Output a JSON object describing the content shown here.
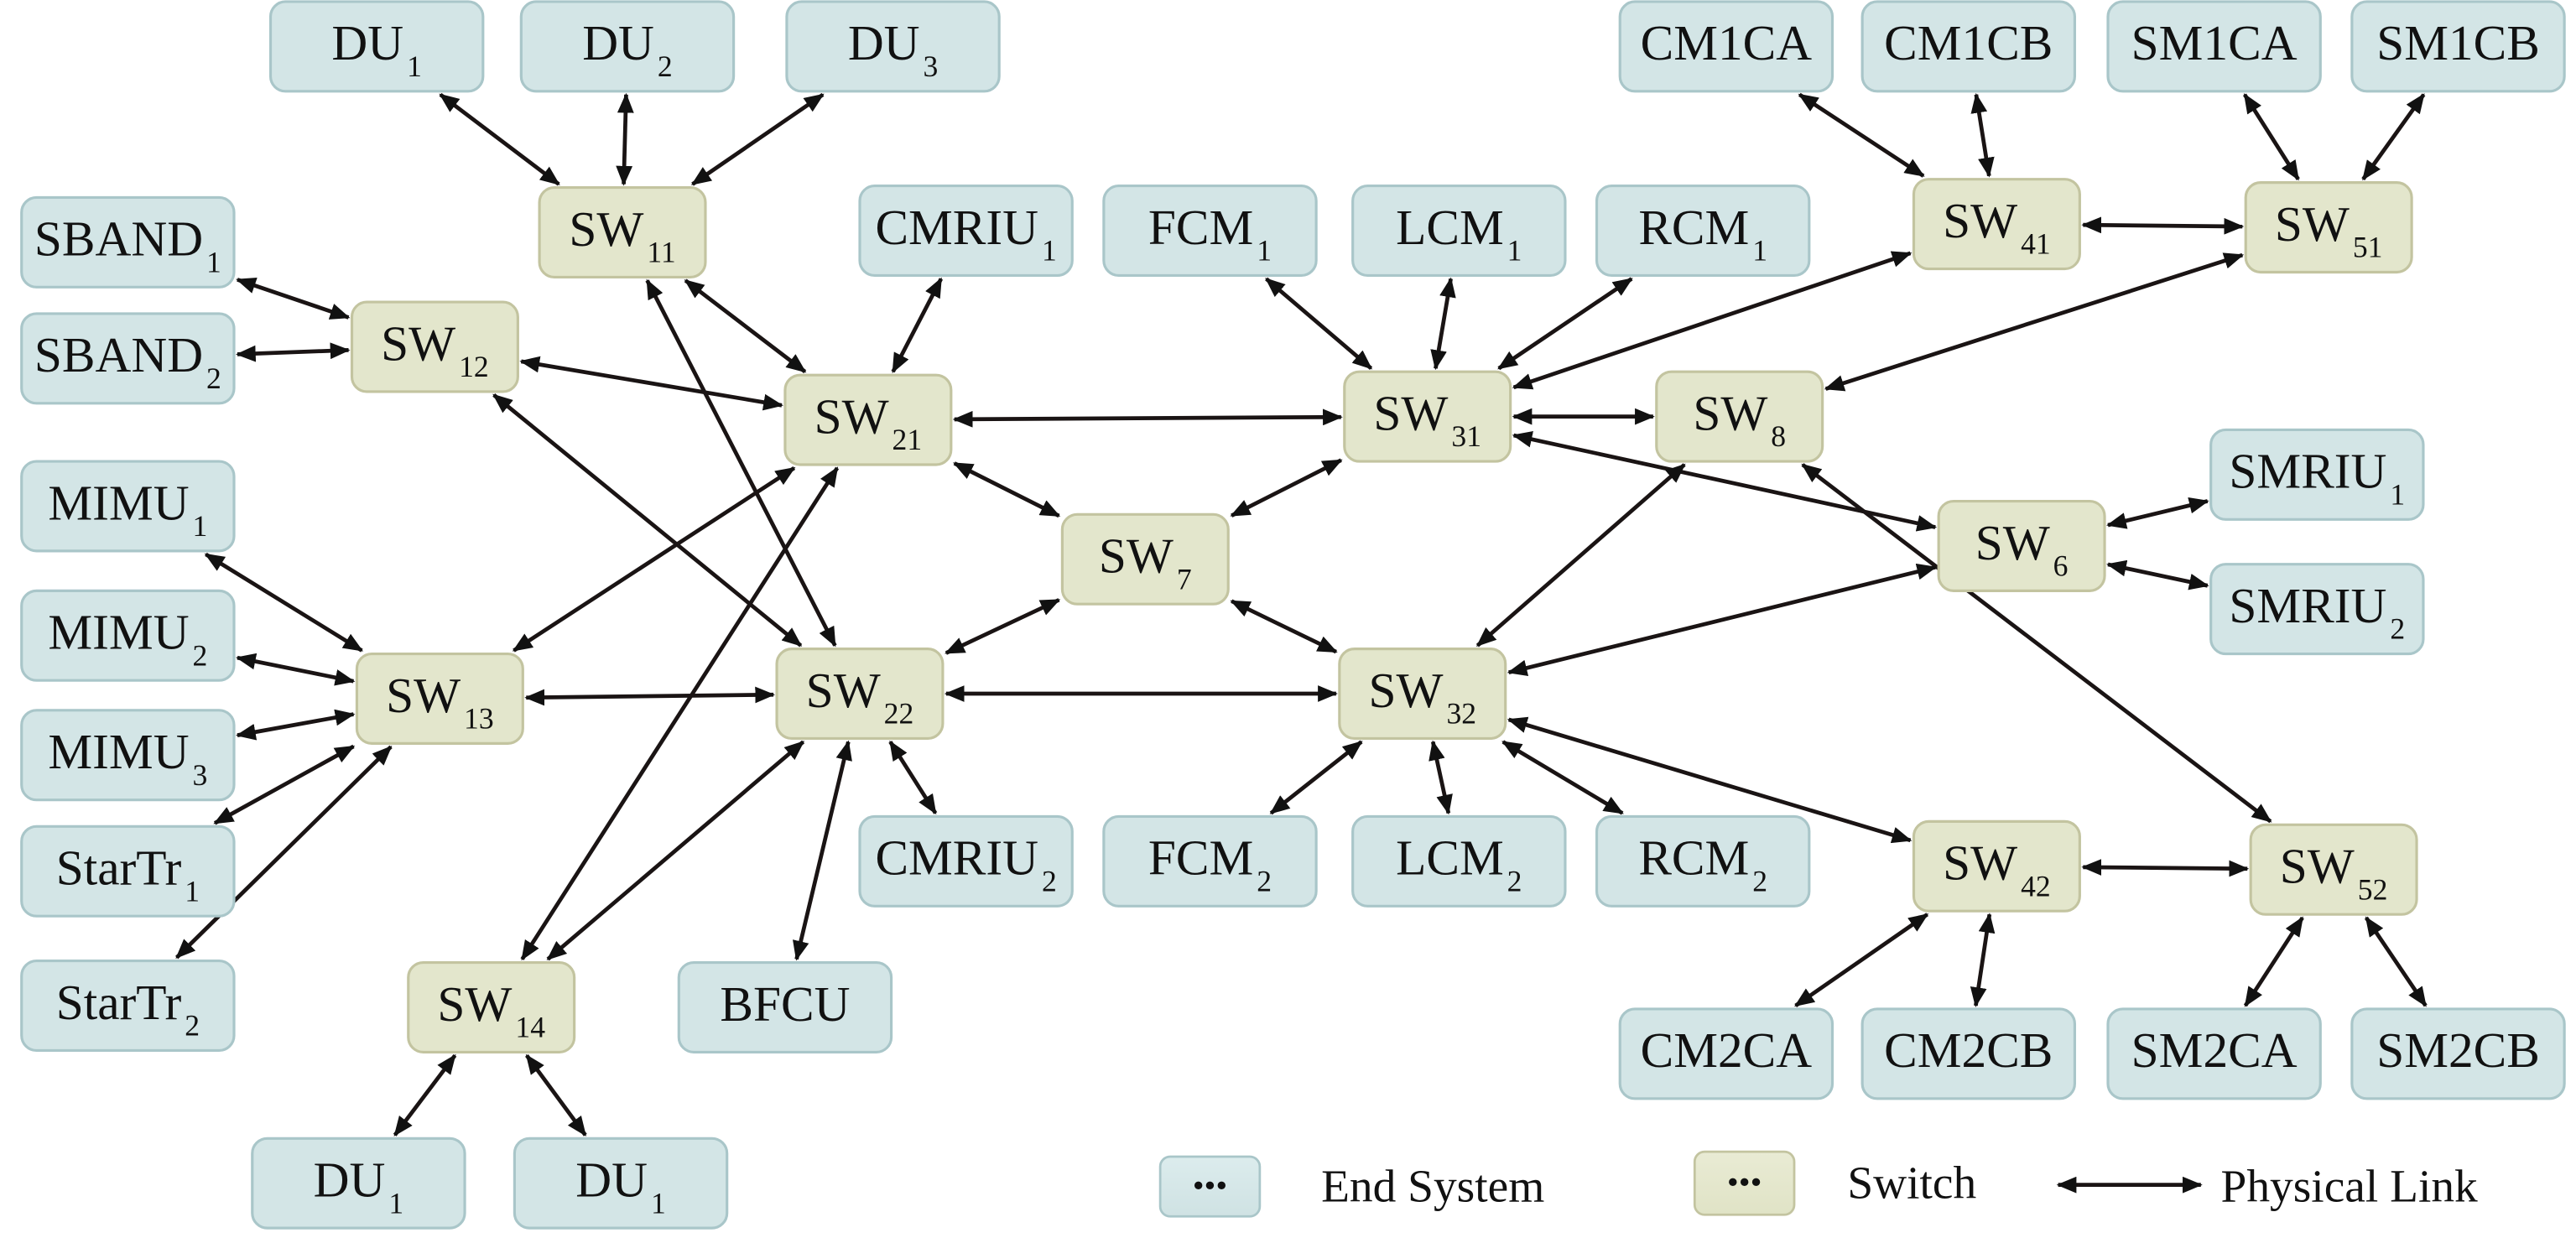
{
  "diagram": {
    "title": "",
    "colors": {
      "end_system_fill": "#d3e5e6",
      "switch_fill": "#e3e6cc",
      "link": "#1a1414"
    },
    "nodes": [
      {
        "id": "DU1_top",
        "type": "end_system",
        "label": "DU",
        "sub": "1"
      },
      {
        "id": "DU2",
        "type": "end_system",
        "label": "DU",
        "sub": "2"
      },
      {
        "id": "DU3",
        "type": "end_system",
        "label": "DU",
        "sub": "3"
      },
      {
        "id": "SBAND1",
        "type": "end_system",
        "label": "SBAND",
        "sub": "1"
      },
      {
        "id": "SBAND2",
        "type": "end_system",
        "label": "SBAND",
        "sub": "2"
      },
      {
        "id": "CMRIU1",
        "type": "end_system",
        "label": "CMRIU",
        "sub": "1"
      },
      {
        "id": "FCM1",
        "type": "end_system",
        "label": "FCM",
        "sub": "1"
      },
      {
        "id": "LCM1",
        "type": "end_system",
        "label": "LCM",
        "sub": "1"
      },
      {
        "id": "RCM1",
        "type": "end_system",
        "label": "RCM",
        "sub": "1"
      },
      {
        "id": "CM1CA",
        "type": "end_system",
        "label": "CM1CA",
        "sub": ""
      },
      {
        "id": "CM1CB",
        "type": "end_system",
        "label": "CM1CB",
        "sub": ""
      },
      {
        "id": "SM1CA",
        "type": "end_system",
        "label": "SM1CA",
        "sub": ""
      },
      {
        "id": "SM1CB",
        "type": "end_system",
        "label": "SM1CB",
        "sub": ""
      },
      {
        "id": "MIMU1",
        "type": "end_system",
        "label": "MIMU",
        "sub": "1"
      },
      {
        "id": "MIMU2",
        "type": "end_system",
        "label": "MIMU",
        "sub": "2"
      },
      {
        "id": "MIMU3",
        "type": "end_system",
        "label": "MIMU",
        "sub": "3"
      },
      {
        "id": "StarTr1",
        "type": "end_system",
        "label": "StarTr",
        "sub": "1"
      },
      {
        "id": "StarTr2",
        "type": "end_system",
        "label": "StarTr",
        "sub": "2"
      },
      {
        "id": "SMRIU1",
        "type": "end_system",
        "label": "SMRIU",
        "sub": "1"
      },
      {
        "id": "SMRIU2",
        "type": "end_system",
        "label": "SMRIU",
        "sub": "2"
      },
      {
        "id": "CMRIU2",
        "type": "end_system",
        "label": "CMRIU",
        "sub": "2"
      },
      {
        "id": "FCM2",
        "type": "end_system",
        "label": "FCM",
        "sub": "2"
      },
      {
        "id": "LCM2",
        "type": "end_system",
        "label": "LCM",
        "sub": "2"
      },
      {
        "id": "RCM2",
        "type": "end_system",
        "label": "RCM",
        "sub": "2"
      },
      {
        "id": "BFCU",
        "type": "end_system",
        "label": "BFCU",
        "sub": ""
      },
      {
        "id": "CM2CA",
        "type": "end_system",
        "label": "CM2CA",
        "sub": ""
      },
      {
        "id": "CM2CB",
        "type": "end_system",
        "label": "CM2CB",
        "sub": ""
      },
      {
        "id": "SM2CA",
        "type": "end_system",
        "label": "SM2CA",
        "sub": ""
      },
      {
        "id": "SM2CB",
        "type": "end_system",
        "label": "SM2CB",
        "sub": ""
      },
      {
        "id": "DU1_bl",
        "type": "end_system",
        "label": "DU",
        "sub": "1"
      },
      {
        "id": "DU1_br",
        "type": "end_system",
        "label": "DU",
        "sub": "1"
      },
      {
        "id": "SW11",
        "type": "switch",
        "label": "SW",
        "sub": "11"
      },
      {
        "id": "SW12",
        "type": "switch",
        "label": "SW",
        "sub": "12"
      },
      {
        "id": "SW13",
        "type": "switch",
        "label": "SW",
        "sub": "13"
      },
      {
        "id": "SW14",
        "type": "switch",
        "label": "SW",
        "sub": "14"
      },
      {
        "id": "SW21",
        "type": "switch",
        "label": "SW",
        "sub": "21"
      },
      {
        "id": "SW22",
        "type": "switch",
        "label": "SW",
        "sub": "22"
      },
      {
        "id": "SW31",
        "type": "switch",
        "label": "SW",
        "sub": "31"
      },
      {
        "id": "SW32",
        "type": "switch",
        "label": "SW",
        "sub": "32"
      },
      {
        "id": "SW41",
        "type": "switch",
        "label": "SW",
        "sub": "41"
      },
      {
        "id": "SW42",
        "type": "switch",
        "label": "SW",
        "sub": "42"
      },
      {
        "id": "SW51",
        "type": "switch",
        "label": "SW",
        "sub": "51"
      },
      {
        "id": "SW52",
        "type": "switch",
        "label": "SW",
        "sub": "52"
      },
      {
        "id": "SW6",
        "type": "switch",
        "label": "SW",
        "sub": "6"
      },
      {
        "id": "SW7",
        "type": "switch",
        "label": "SW",
        "sub": "7"
      },
      {
        "id": "SW8",
        "type": "switch",
        "label": "SW",
        "sub": "8"
      }
    ],
    "links": [
      [
        "DU1_top",
        "SW11"
      ],
      [
        "DU2",
        "SW11"
      ],
      [
        "DU3",
        "SW11"
      ],
      [
        "SBAND1",
        "SW12"
      ],
      [
        "SBAND2",
        "SW12"
      ],
      [
        "SW11",
        "SW21"
      ],
      [
        "SW11",
        "SW22"
      ],
      [
        "SW12",
        "SW21"
      ],
      [
        "SW12",
        "SW22"
      ],
      [
        "CMRIU1",
        "SW21"
      ],
      [
        "SW21",
        "SW31"
      ],
      [
        "SW21",
        "SW7"
      ],
      [
        "SW21",
        "SW13"
      ],
      [
        "SW21",
        "SW14"
      ],
      [
        "MIMU1",
        "SW13"
      ],
      [
        "MIMU2",
        "SW13"
      ],
      [
        "MIMU3",
        "SW13"
      ],
      [
        "StarTr1",
        "SW13"
      ],
      [
        "StarTr2",
        "SW13"
      ],
      [
        "SW13",
        "SW22"
      ],
      [
        "SW22",
        "SW7"
      ],
      [
        "SW22",
        "SW32"
      ],
      [
        "SW22",
        "CMRIU2"
      ],
      [
        "SW22",
        "BFCU"
      ],
      [
        "SW22",
        "SW14"
      ],
      [
        "SW14",
        "DU1_bl"
      ],
      [
        "SW14",
        "DU1_br"
      ],
      [
        "FCM1",
        "SW31"
      ],
      [
        "LCM1",
        "SW31"
      ],
      [
        "RCM1",
        "SW31"
      ],
      [
        "SW31",
        "SW41"
      ],
      [
        "SW31",
        "SW8"
      ],
      [
        "SW31",
        "SW7"
      ],
      [
        "SW31",
        "SW6"
      ],
      [
        "SW7",
        "SW32"
      ],
      [
        "CM1CA",
        "SW41"
      ],
      [
        "CM1CB",
        "SW41"
      ],
      [
        "SW41",
        "SW51"
      ],
      [
        "SM1CA",
        "SW51"
      ],
      [
        "SM1CB",
        "SW51"
      ],
      [
        "SW51",
        "SW8"
      ],
      [
        "SW8",
        "SW32"
      ],
      [
        "SW8",
        "SW52"
      ],
      [
        "SW6",
        "SMRIU1"
      ],
      [
        "SW6",
        "SMRIU2"
      ],
      [
        "SW6",
        "SW32"
      ],
      [
        "SW32",
        "FCM2"
      ],
      [
        "SW32",
        "LCM2"
      ],
      [
        "SW32",
        "RCM2"
      ],
      [
        "SW32",
        "SW42"
      ],
      [
        "SW42",
        "SW52"
      ],
      [
        "SW42",
        "CM2CA"
      ],
      [
        "SW42",
        "CM2CB"
      ],
      [
        "SW52",
        "SM2CA"
      ],
      [
        "SW52",
        "SM2CB"
      ]
    ]
  },
  "legend": {
    "end_system_label": "End System",
    "switch_label": "Switch",
    "link_label": "Physical Link",
    "swatch_glyph": "•••"
  }
}
